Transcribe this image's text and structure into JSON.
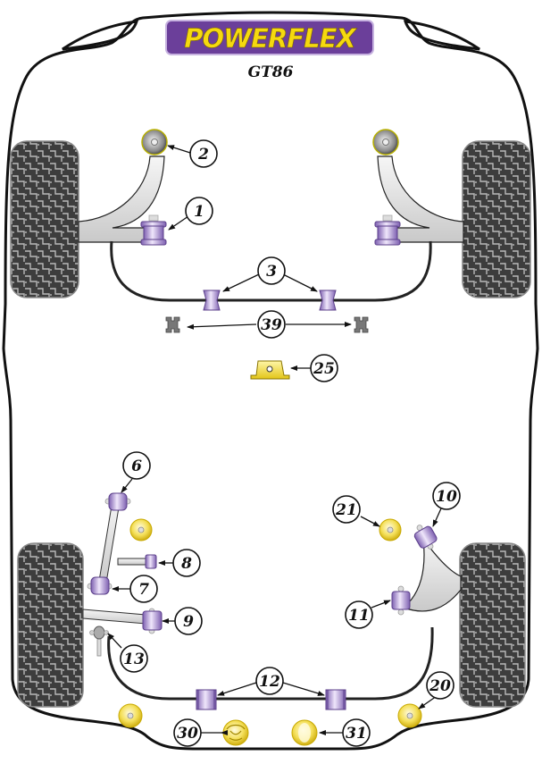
{
  "brand": {
    "logo_text": "POWERFLEX",
    "model": "GT86",
    "colors": {
      "logo_bg": "#6b3f9a",
      "logo_text": "#f5d90f",
      "bushing_purple": "#a88fd0",
      "bushing_yellow": "#f2dc4a",
      "tyre": "#3f3f3f",
      "outline": "#111111"
    }
  },
  "callouts": [
    {
      "id": "c1",
      "label": "1",
      "part": "front-wishbone-rear-bushing"
    },
    {
      "id": "c2",
      "label": "2",
      "part": "front-wishbone-front-bushing"
    },
    {
      "id": "c3",
      "label": "3",
      "part": "front-anti-roll-bar-bushing"
    },
    {
      "id": "c39",
      "label": "39",
      "part": "front-anti-roll-bar-link-bushing"
    },
    {
      "id": "c25",
      "label": "25",
      "part": "gearbox-mount-insert"
    },
    {
      "id": "c6",
      "label": "6",
      "part": "rear-upper-link-outer-bushing"
    },
    {
      "id": "c7",
      "label": "7",
      "part": "rear-upper-link-inner-bushing"
    },
    {
      "id": "c8",
      "label": "8",
      "part": "rear-toe-link-bushing"
    },
    {
      "id": "c9",
      "label": "9",
      "part": "rear-lower-arm-bushing"
    },
    {
      "id": "c13",
      "label": "13",
      "part": "rear-anti-roll-bar-link-bushing"
    },
    {
      "id": "c21",
      "label": "21",
      "part": "rear-subframe-front-mount"
    },
    {
      "id": "c10",
      "label": "10",
      "part": "rear-trailing-arm-front-bushing"
    },
    {
      "id": "c11",
      "label": "11",
      "part": "rear-trailing-arm-rear-bushing"
    },
    {
      "id": "c12",
      "label": "12",
      "part": "rear-anti-roll-bar-bushing"
    },
    {
      "id": "c20",
      "label": "20",
      "part": "rear-subframe-rear-mount"
    },
    {
      "id": "c30",
      "label": "30",
      "part": "rear-diff-front-mount"
    },
    {
      "id": "c31",
      "label": "31",
      "part": "rear-diff-rear-mount"
    }
  ]
}
